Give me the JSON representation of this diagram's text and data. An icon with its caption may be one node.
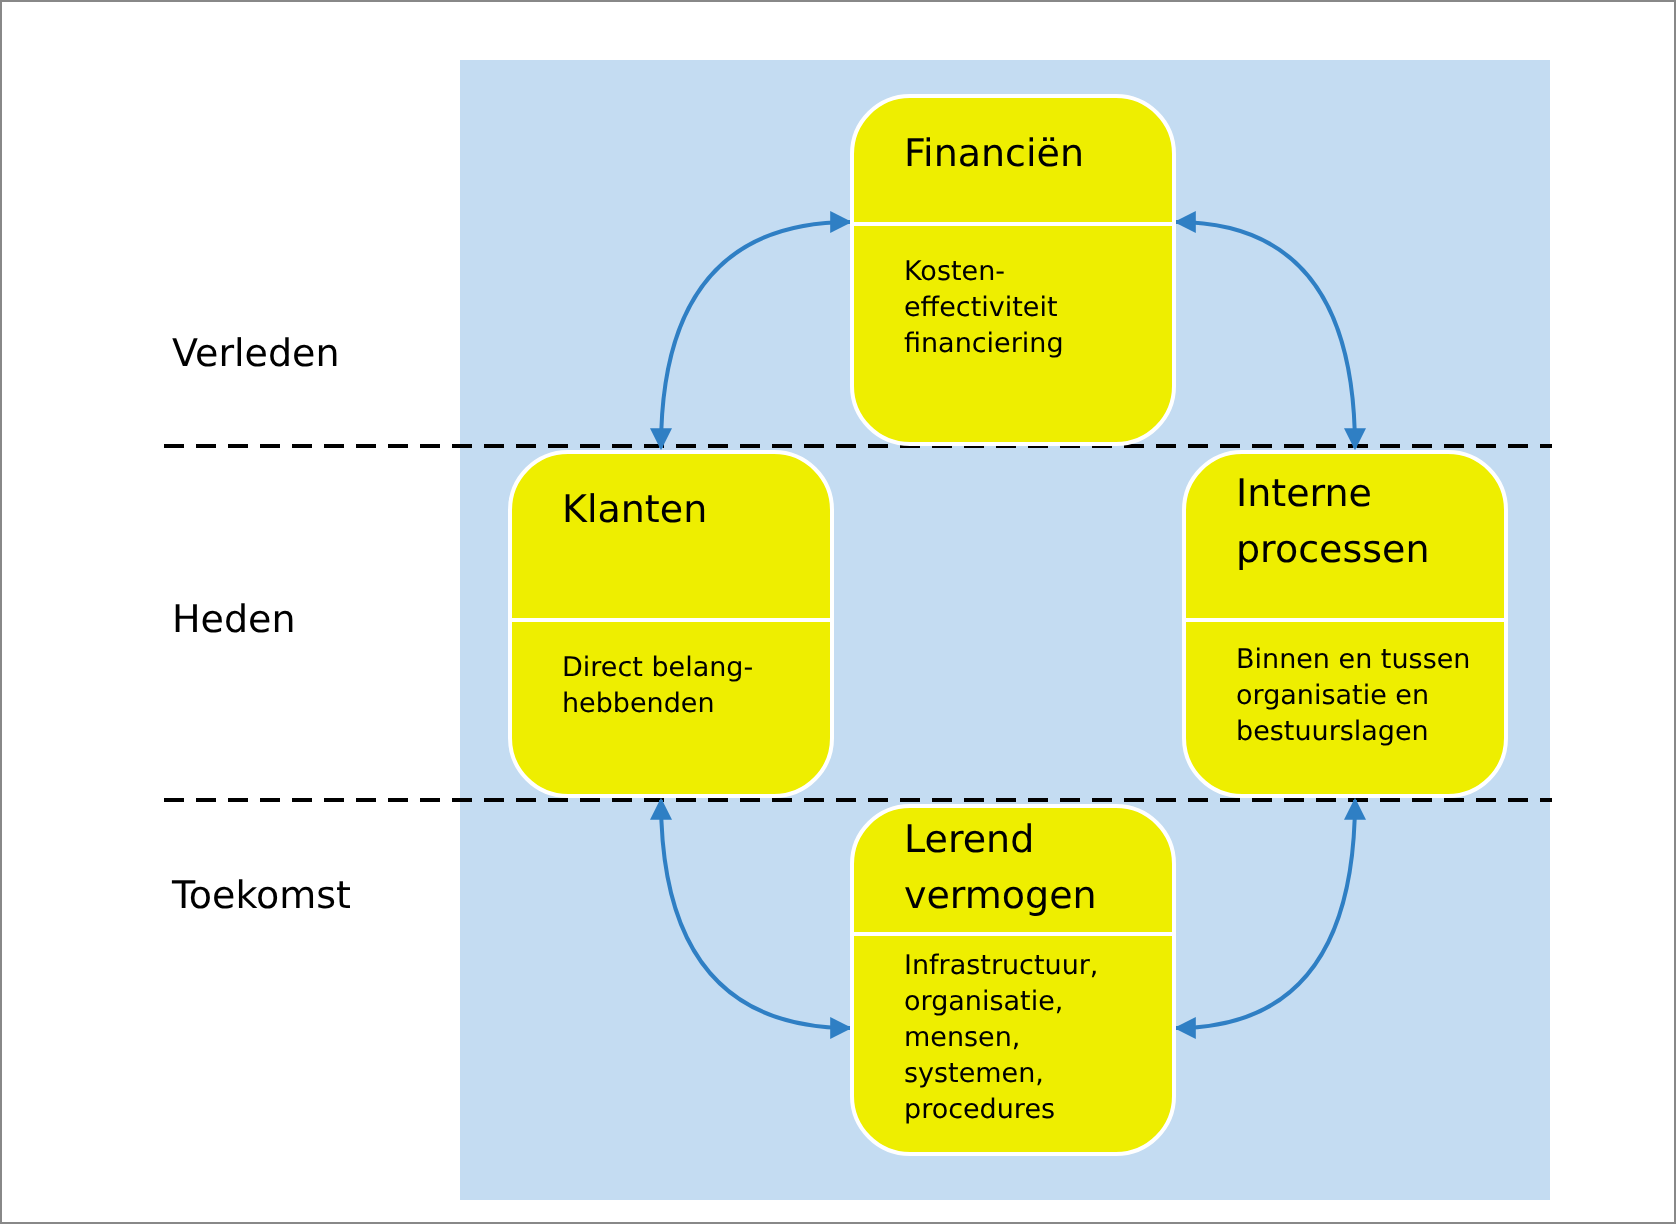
{
  "diagram": {
    "nodes": [
      {
        "text": [
          "Financiën",
          "Kosten- effectiviteit financiering"
        ]
      },
      {
        "text": [
          "Klanten",
          "Direct belang- hebbenden"
        ]
      },
      {
        "text": [
          "Interne processen",
          "Binnen en tussen organisatie en bestuurslagen"
        ]
      },
      {
        "text": [
          "Lerend vermogen",
          "Infrastructuur, organisatie, mensen, systemen, procedures"
        ]
      }
    ],
    "edges": [
      {
        "from": 0,
        "to": 1,
        "arrow": "both"
      },
      {
        "from": 0,
        "to": 2,
        "arrow": "both"
      },
      {
        "from": 1,
        "to": 3,
        "arrow": "both"
      },
      {
        "from": 2,
        "to": 3,
        "arrow": "both"
      }
    ],
    "labels": [
      "Verleden",
      "Heden",
      "Toekomst"
    ]
  }
}
